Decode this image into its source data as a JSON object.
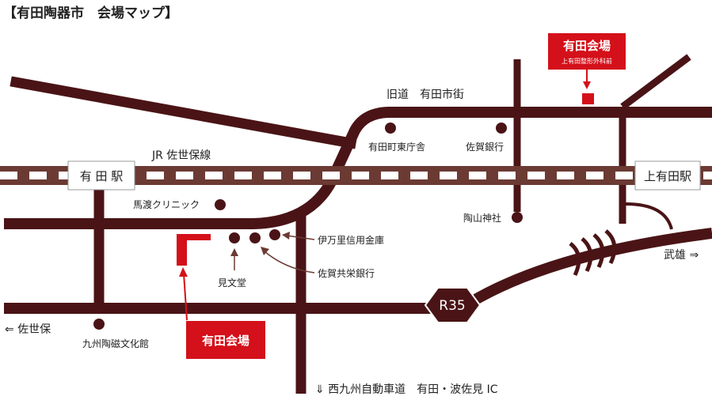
{
  "title": "【有田陶器市　会場マップ】",
  "colors": {
    "road": "#4a1416",
    "rail": "#6b3a33",
    "venue": "#d4101a",
    "arrow": "#6b3a33",
    "text": "#222222"
  },
  "roads": {
    "old_road": "旧道　有田市街",
    "railway": "JR 佐世保線",
    "to_sasebo": "⇐ 佐世保",
    "to_takeo": "武雄 ⇒",
    "expressway": "⇓ 西九州自動車道　有田・波佐見 IC",
    "route_shield": "R35"
  },
  "stations": {
    "arita": "有 田 駅",
    "kami_arita": "上有田駅"
  },
  "venues": {
    "arita_main": "有田会場",
    "kami_arita": "有田会場",
    "kami_arita_sub": "上有田整形外科前"
  },
  "landmarks": {
    "town_office": "有田町東庁舎",
    "saga_bank": "佐賀銀行",
    "madoka_clinic": "馬渡クリニック",
    "imari_shinkin": "伊万里信用金庫",
    "saga_kyoei": "佐賀共栄銀行",
    "kenbundo": "見文堂",
    "tozan_shrine": "陶山神社",
    "ceramic_museum": "九州陶磁文化館"
  }
}
